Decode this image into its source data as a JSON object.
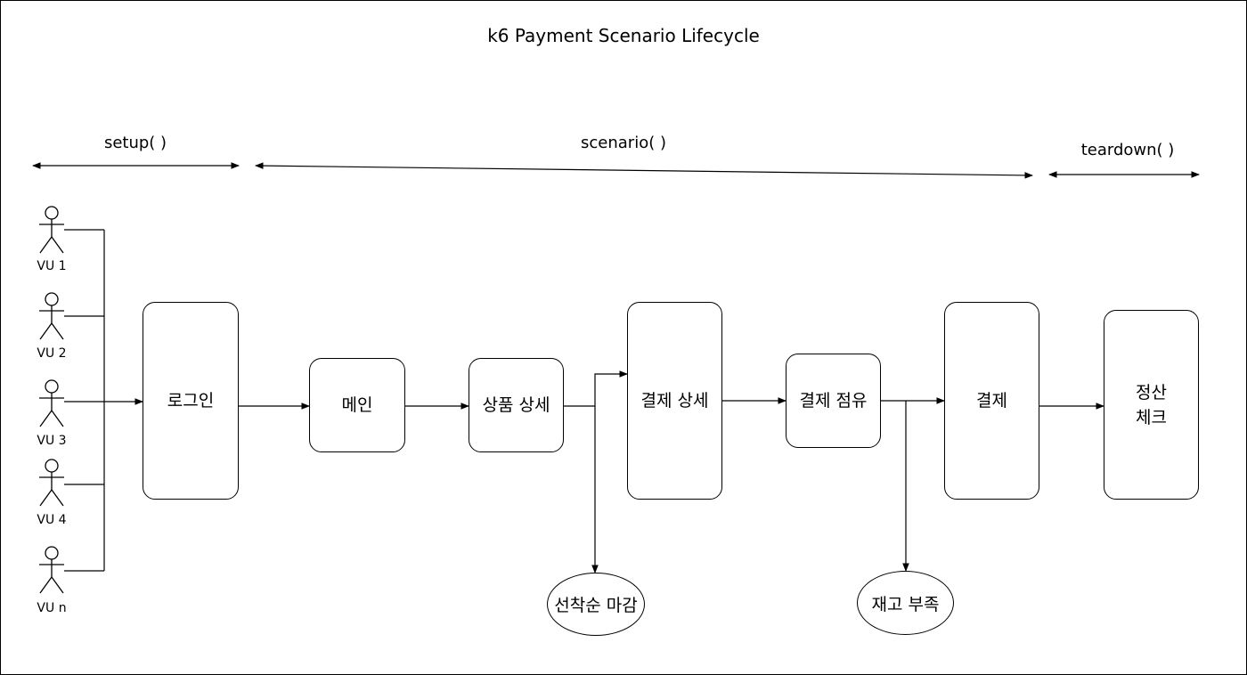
{
  "title": "k6 Payment Scenario Lifecycle",
  "phases": {
    "setup": "setup( )",
    "scenario": "scenario( )",
    "teardown": "teardown( )"
  },
  "actors": [
    {
      "label": "VU 1"
    },
    {
      "label": "VU 2"
    },
    {
      "label": "VU 3"
    },
    {
      "label": "VU 4"
    },
    {
      "label": "VU n"
    }
  ],
  "steps": {
    "login": "로그인",
    "main": "메인",
    "product_detail": "상품 상세",
    "payment_detail": "결제 상세",
    "payment_hold": "결제 점유",
    "payment": "결제",
    "settlement": "정산\n체크"
  },
  "outcomes": {
    "sold_out": "선착순 마감",
    "out_of_stock": "재고 부족"
  }
}
